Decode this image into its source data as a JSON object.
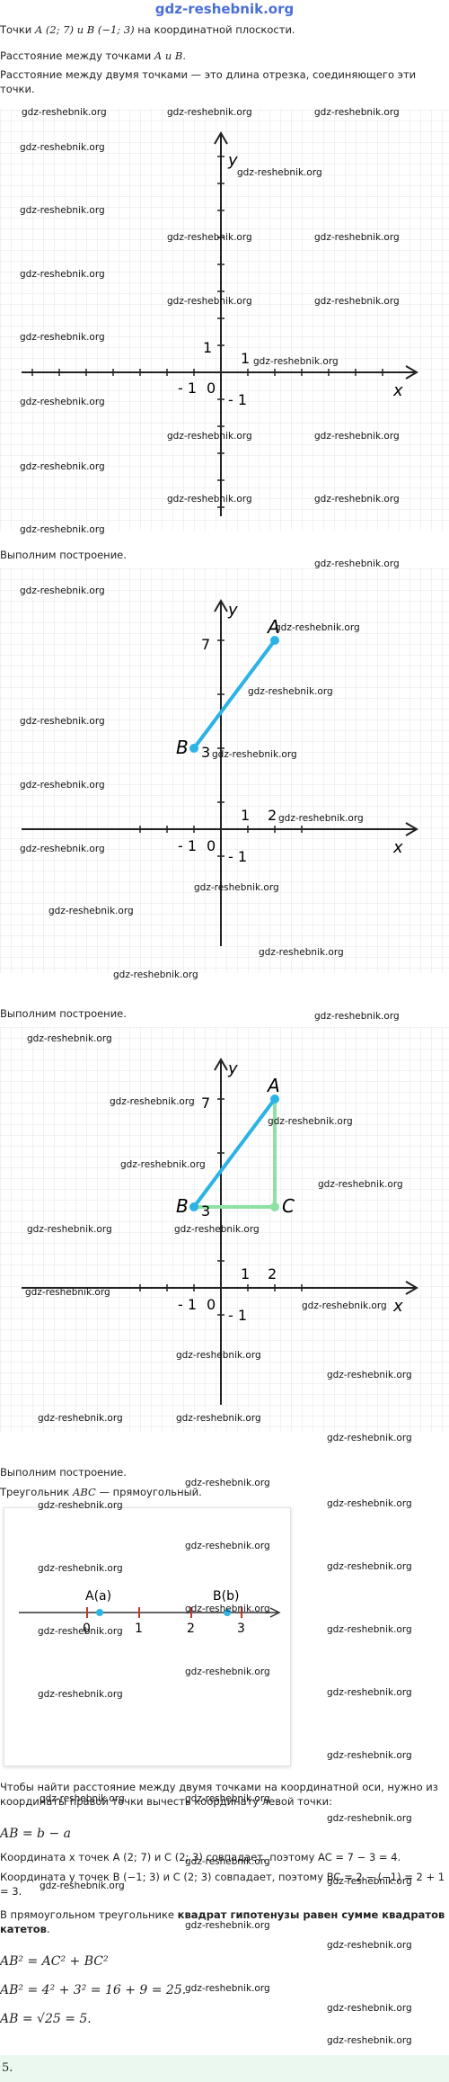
{
  "site": {
    "title": "gdz-reshebnik.org"
  },
  "watermark": "gdz-reshebnik.org",
  "intro": {
    "line1_pre": "Точки ",
    "line1_math": "A (2; 7) и B (−1; 3)",
    "line1_post": " на координатной плоскости.",
    "line2_pre": "Расстояние между точками ",
    "line2_math": "A и B.",
    "line3": "Расстояние между двумя точками — это длина отрезка, соединяющего эти точки."
  },
  "build_label": "Выполним построение.",
  "axes": {
    "x": "x",
    "y": "y",
    "zero": "0",
    "one": "1",
    "two": "2",
    "three": "3",
    "seven": "7",
    "minus_one": "- 1"
  },
  "points": {
    "A": "A",
    "B": "B",
    "C": "C"
  },
  "triangle_text_pre": "Треугольник ",
  "triangle_text_math": "ABC",
  "triangle_text_post": " — прямоугольный.",
  "number_line": {
    "point_a": "A(a)",
    "point_b": "B(b)",
    "ticks": [
      "0",
      "1",
      "2",
      "3"
    ]
  },
  "text": {
    "axis_rule": "Чтобы найти расстояние между двумя точками на координатной оси, нужно из координаты правой точки вычесть координату левой точки:",
    "formula_ab": "AB = b − a",
    "x_coords": "Координата x точек A (2; 7) и C (2; 3) совпадает, поэтому AC = 7 − 3 = 4.",
    "y_coords": "Координата y точек B (−1; 3) и C (2; 3) совпадает, поэтому BC = 2 − (−1) = 2 + 1 = 3.",
    "pythagoras_pre": "В прямоугольном треугольнике ",
    "pythagoras_bold": "квадрат гипотенузы равен сумме квадратов катетов",
    "pythagoras_post": ".",
    "eq1": "AB² = AC² + BC²",
    "eq2": "AB² = 4² + 3² = 16 + 9 = 25.",
    "eq3": "AB = √25 = 5."
  },
  "answer": "5.",
  "colors": {
    "segment": "#2bb3e6",
    "triangle": "#8fe0a3",
    "grid": "#e6e6e6",
    "site": "#4a6fd6"
  }
}
